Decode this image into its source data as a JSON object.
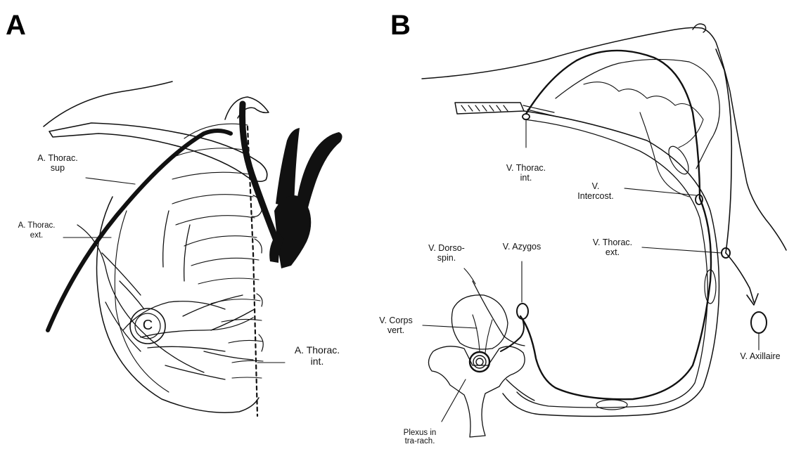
{
  "panels": {
    "a": {
      "letter": "A",
      "labels": {
        "thorac_sup": [
          "A. Thorac.",
          "sup"
        ],
        "thorac_ext": [
          "A. Thorac.",
          "ext."
        ],
        "thorac_int": [
          "A. Thorac.",
          "int."
        ],
        "nipple": "C"
      }
    },
    "b": {
      "letter": "B",
      "labels": {
        "thorac_int": [
          "V. Thorac.",
          "int."
        ],
        "intercost": [
          "V.",
          "Intercost."
        ],
        "dorso_spin": [
          "V. Dorso-",
          "spin."
        ],
        "azygos": [
          "V. Azygos"
        ],
        "thorac_ext": [
          "V. Thorac.",
          "ext."
        ],
        "corps_vert": [
          "V. Corps",
          "vert."
        ],
        "axillaire": [
          "V. Axillaire"
        ],
        "plexus": [
          "Plexus in",
          "tra-rach."
        ]
      }
    }
  }
}
